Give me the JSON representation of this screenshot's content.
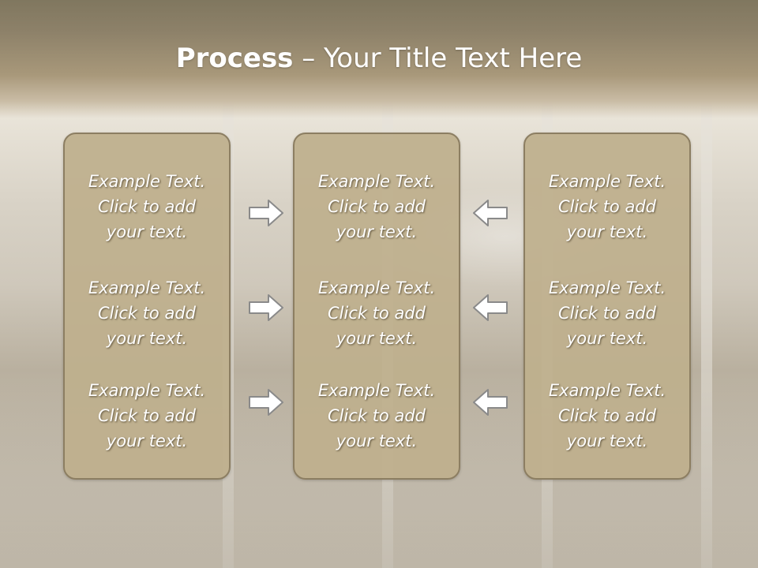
{
  "title": {
    "bold": "Process",
    "rest": " – Your Title Text Here"
  },
  "columns": [
    {
      "items": [
        [
          "Example Text.",
          "Click  to add",
          "your text."
        ],
        [
          "Example Text.",
          "Click  to add",
          "your text."
        ],
        [
          "Example Text.",
          "Click  to add",
          "your text."
        ]
      ]
    },
    {
      "items": [
        [
          "Example Text.",
          "Click  to add",
          "your text."
        ],
        [
          "Example Text.",
          "Click  to add",
          "your text."
        ],
        [
          "Example Text.",
          "Click  to add",
          "your text."
        ]
      ]
    },
    {
      "items": [
        [
          "Example Text.",
          "Click  to add",
          "your text."
        ],
        [
          "Example Text.",
          "Click  to add",
          "your text."
        ],
        [
          "Example Text.",
          "Click  to add",
          "your text."
        ]
      ]
    }
  ],
  "arrows": {
    "left_column": "right-arrow-icon",
    "right_column": "left-arrow-icon"
  },
  "colors": {
    "panel_fill": "#bfaf8d",
    "panel_border": "#8c7e62",
    "header": "#8d8169",
    "text": "#ffffff"
  }
}
